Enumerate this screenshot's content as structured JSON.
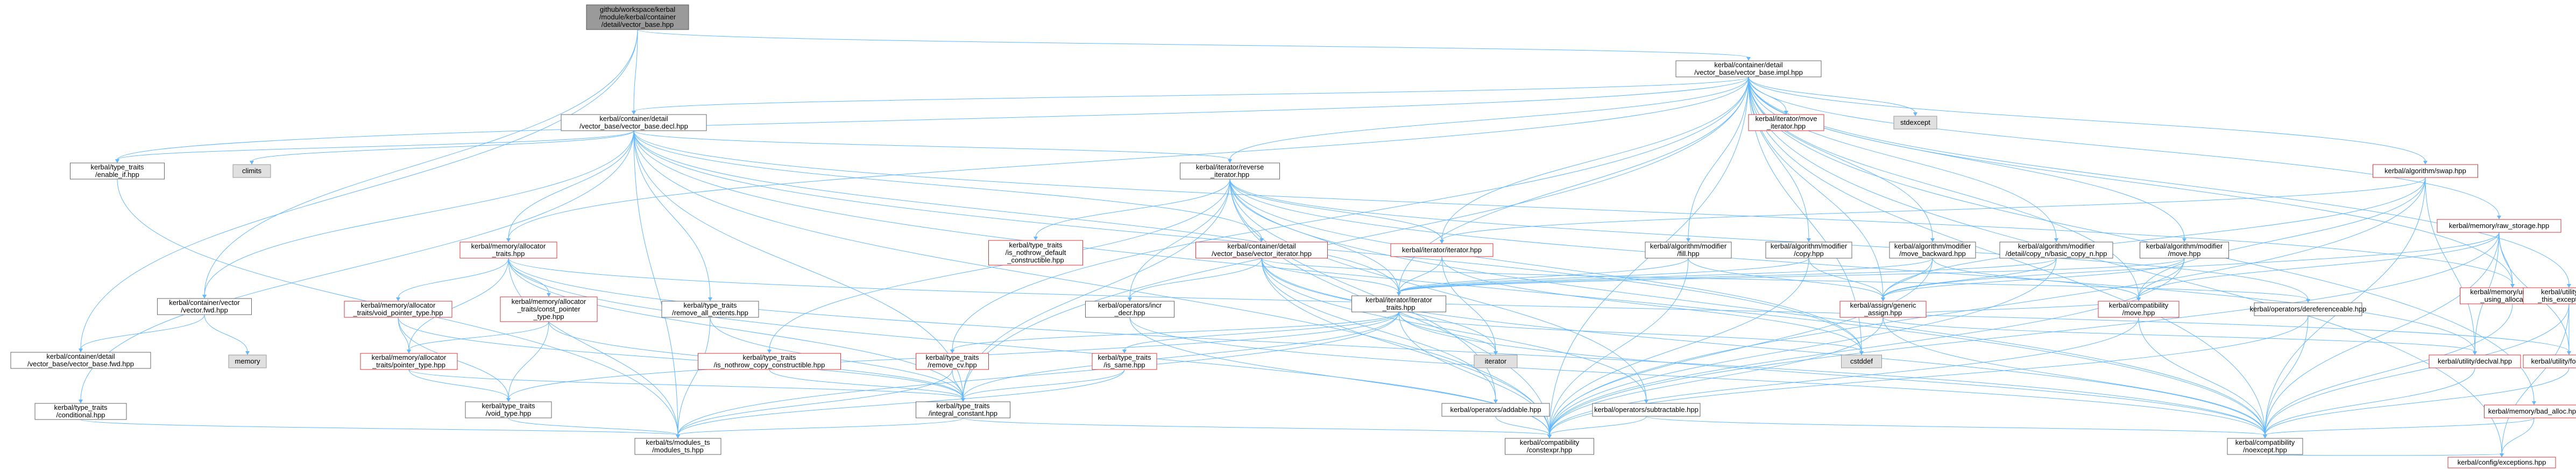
{
  "colors": {
    "edge": "#63b8ff",
    "border_normal": "#666666",
    "border_missing": "#dd3333",
    "fill_external": "#e0e0e0",
    "fill_root": "#9a9a9a"
  },
  "nodes": [
    {
      "id": "root",
      "kind": "root",
      "lines": [
        "github/workspace/kerbal",
        "/module/kerbal/container",
        "/detail/vector_base.hpp"
      ]
    },
    {
      "id": "impl",
      "kind": "normal",
      "lines": [
        "kerbal/container/detail",
        "/vector_base/vector_base.impl.hpp"
      ]
    },
    {
      "id": "decl",
      "kind": "normal",
      "lines": [
        "kerbal/container/detail",
        "/vector_base/vector_base.decl.hpp"
      ]
    },
    {
      "id": "enable_if",
      "kind": "normal",
      "lines": [
        "kerbal/type_traits",
        "/enable_if.hpp"
      ]
    },
    {
      "id": "climits",
      "kind": "external",
      "lines": [
        "climits"
      ]
    },
    {
      "id": "reverse_iter",
      "kind": "normal",
      "lines": [
        "kerbal/iterator/reverse",
        "_iterator.hpp"
      ]
    },
    {
      "id": "move_iter",
      "kind": "missing",
      "lines": [
        "kerbal/iterator/move",
        "_iterator.hpp"
      ]
    },
    {
      "id": "stdexcept",
      "kind": "external",
      "lines": [
        "stdexcept"
      ]
    },
    {
      "id": "swap",
      "kind": "missing",
      "lines": [
        "kerbal/algorithm/swap.hpp"
      ]
    },
    {
      "id": "raw_storage",
      "kind": "missing",
      "lines": [
        "kerbal/memory/raw_storage.hpp"
      ]
    },
    {
      "id": "mem_alloc",
      "kind": "missing",
      "lines": [
        "kerbal/memory/allocator",
        "_traits.hpp"
      ]
    },
    {
      "id": "nothrow_default",
      "kind": "missing",
      "lines": [
        "kerbal/type_traits",
        "/is_nothrow_default",
        "_constructible.hpp"
      ]
    },
    {
      "id": "vec_iter",
      "kind": "missing",
      "lines": [
        "kerbal/container/detail",
        "/vector_base/vector_iterator.hpp"
      ]
    },
    {
      "id": "iter_hpp",
      "kind": "missing",
      "lines": [
        "kerbal/iterator/iterator.hpp"
      ]
    },
    {
      "id": "fill",
      "kind": "normal",
      "lines": [
        "kerbal/algorithm/modifier",
        "/fill.hpp"
      ]
    },
    {
      "id": "copy",
      "kind": "normal",
      "lines": [
        "kerbal/algorithm/modifier",
        "/copy.hpp"
      ]
    },
    {
      "id": "move_backward",
      "kind": "normal",
      "lines": [
        "kerbal/algorithm/modifier",
        "/move_backward.hpp"
      ]
    },
    {
      "id": "copy_n_basic",
      "kind": "normal",
      "lines": [
        "kerbal/algorithm/modifier",
        "/detail/copy_n/basic_copy_n.hpp"
      ]
    },
    {
      "id": "move_alg",
      "kind": "normal",
      "lines": [
        "kerbal/algorithm/modifier",
        "/move.hpp"
      ]
    },
    {
      "id": "uninit",
      "kind": "missing",
      "lines": [
        "kerbal/memory/uninitialized",
        "_using_allocator.hpp"
      ]
    },
    {
      "id": "throw_exc",
      "kind": "missing",
      "lines": [
        "kerbal/utility/throw",
        "_this_exception.hpp"
      ]
    },
    {
      "id": "vector_fwd",
      "kind": "normal",
      "lines": [
        "kerbal/container/vector",
        "/vector.fwd.hpp"
      ]
    },
    {
      "id": "void_ptr",
      "kind": "missing",
      "lines": [
        "kerbal/memory/allocator",
        "_traits/void_pointer_type.hpp"
      ]
    },
    {
      "id": "const_ptr",
      "kind": "missing",
      "lines": [
        "kerbal/memory/allocator",
        "_traits/const_pointer",
        "_type.hpp"
      ]
    },
    {
      "id": "remove_all_ext",
      "kind": "normal",
      "lines": [
        "kerbal/type_traits",
        "/remove_all_extents.hpp"
      ]
    },
    {
      "id": "incr_decr",
      "kind": "normal",
      "lines": [
        "kerbal/operators/incr",
        "_decr.hpp"
      ]
    },
    {
      "id": "iter_traits",
      "kind": "normal",
      "lines": [
        "kerbal/iterator/iterator",
        "_traits.hpp"
      ]
    },
    {
      "id": "assign",
      "kind": "missing",
      "lines": [
        "kerbal/assign/generic",
        "_assign.hpp"
      ]
    },
    {
      "id": "compat_move",
      "kind": "missing",
      "lines": [
        "kerbal/compatibility",
        "/move.hpp"
      ]
    },
    {
      "id": "deref",
      "kind": "normal",
      "lines": [
        "kerbal/operators/dereferenceable.hpp"
      ]
    },
    {
      "id": "vector_base_fwd",
      "kind": "normal",
      "lines": [
        "kerbal/container/detail",
        "/vector_base/vector_base.fwd.hpp"
      ]
    },
    {
      "id": "memory",
      "kind": "external",
      "lines": [
        "memory"
      ]
    },
    {
      "id": "pointer_type",
      "kind": "missing",
      "lines": [
        "kerbal/memory/allocator",
        "_traits/pointer_type.hpp"
      ]
    },
    {
      "id": "nothrow_copy",
      "kind": "missing",
      "lines": [
        "kerbal/type_traits",
        "/is_nothrow_copy_constructible.hpp"
      ]
    },
    {
      "id": "remove_cv",
      "kind": "missing",
      "lines": [
        "kerbal/type_traits",
        "/remove_cv.hpp"
      ]
    },
    {
      "id": "is_same",
      "kind": "missing",
      "lines": [
        "kerbal/type_traits",
        "/is_same.hpp"
      ]
    },
    {
      "id": "iterator_ext",
      "kind": "external",
      "lines": [
        "iterator"
      ]
    },
    {
      "id": "cstddef",
      "kind": "external",
      "lines": [
        "cstddef"
      ]
    },
    {
      "id": "decltype",
      "kind": "missing",
      "lines": [
        "kerbal/utility/declval.hpp"
      ]
    },
    {
      "id": "forward",
      "kind": "missing",
      "lines": [
        "kerbal/utility/forward.hpp"
      ]
    },
    {
      "id": "conditional",
      "kind": "normal",
      "lines": [
        "kerbal/type_traits",
        "/conditional.hpp"
      ]
    },
    {
      "id": "void_type",
      "kind": "normal",
      "lines": [
        "kerbal/type_traits",
        "/void_type.hpp"
      ]
    },
    {
      "id": "integral_const",
      "kind": "normal",
      "lines": [
        "kerbal/type_traits",
        "/integral_constant.hpp"
      ]
    },
    {
      "id": "addable",
      "kind": "normal",
      "lines": [
        "kerbal/operators/addable.hpp"
      ]
    },
    {
      "id": "subtractable",
      "kind": "normal",
      "lines": [
        "kerbal/operators/subtractable.hpp"
      ]
    },
    {
      "id": "bad_alloc",
      "kind": "missing",
      "lines": [
        "kerbal/memory/bad_alloc.hpp"
      ]
    },
    {
      "id": "ts_modules",
      "kind": "normal",
      "lines": [
        "kerbal/ts/modules_ts",
        "/modules_ts.hpp"
      ]
    },
    {
      "id": "constexpr",
      "kind": "normal",
      "lines": [
        "kerbal/compatibility",
        "/constexpr.hpp"
      ]
    },
    {
      "id": "noexcept",
      "kind": "normal",
      "lines": [
        "kerbal/compatibility",
        "/noexcept.hpp"
      ]
    },
    {
      "id": "config_exc",
      "kind": "missing",
      "lines": [
        "kerbal/config/exceptions.hpp"
      ]
    }
  ],
  "edges": [
    [
      "root",
      "impl"
    ],
    [
      "root",
      "decl"
    ],
    [
      "root",
      "vector_fwd"
    ],
    [
      "root",
      "vector_base_fwd"
    ],
    [
      "impl",
      "decl"
    ],
    [
      "impl",
      "enable_if"
    ],
    [
      "impl",
      "reverse_iter"
    ],
    [
      "impl",
      "move_iter"
    ],
    [
      "impl",
      "stdexcept"
    ],
    [
      "impl",
      "swap"
    ],
    [
      "impl",
      "raw_storage"
    ],
    [
      "impl",
      "fill"
    ],
    [
      "impl",
      "copy"
    ],
    [
      "impl",
      "move_backward"
    ],
    [
      "impl",
      "copy_n_basic"
    ],
    [
      "impl",
      "move_alg"
    ],
    [
      "impl",
      "uninit"
    ],
    [
      "impl",
      "throw_exc"
    ],
    [
      "impl",
      "mem_alloc"
    ],
    [
      "impl",
      "iter_hpp"
    ],
    [
      "impl",
      "iter_traits"
    ],
    [
      "impl",
      "assign"
    ],
    [
      "impl",
      "compat_move"
    ],
    [
      "impl",
      "bad_alloc"
    ],
    [
      "impl",
      "constexpr"
    ],
    [
      "impl",
      "noexcept"
    ],
    [
      "impl",
      "config_exc"
    ],
    [
      "impl",
      "cstddef"
    ],
    [
      "impl",
      "remove_cv"
    ],
    [
      "impl",
      "integral_const"
    ],
    [
      "decl",
      "enable_if"
    ],
    [
      "decl",
      "climits"
    ],
    [
      "decl",
      "reverse_iter"
    ],
    [
      "decl",
      "mem_alloc"
    ],
    [
      "decl",
      "vec_iter"
    ],
    [
      "decl",
      "vector_fwd"
    ],
    [
      "decl",
      "remove_all_ext"
    ],
    [
      "decl",
      "iter_traits"
    ],
    [
      "decl",
      "integral_const"
    ],
    [
      "decl",
      "ts_modules"
    ],
    [
      "decl",
      "constexpr"
    ],
    [
      "decl",
      "noexcept"
    ],
    [
      "decl",
      "cstddef"
    ],
    [
      "decl",
      "uninit"
    ],
    [
      "decl",
      "conditional"
    ],
    [
      "enable_if",
      "ts_modules"
    ],
    [
      "reverse_iter",
      "nothrow_default"
    ],
    [
      "reverse_iter",
      "iter_hpp"
    ],
    [
      "reverse_iter",
      "incr_decr"
    ],
    [
      "reverse_iter",
      "iter_traits"
    ],
    [
      "reverse_iter",
      "deref"
    ],
    [
      "reverse_iter",
      "addable"
    ],
    [
      "reverse_iter",
      "subtractable"
    ],
    [
      "reverse_iter",
      "constexpr"
    ],
    [
      "reverse_iter",
      "noexcept"
    ],
    [
      "reverse_iter",
      "nothrow_copy"
    ],
    [
      "reverse_iter",
      "integral_const"
    ],
    [
      "reverse_iter",
      "decltype"
    ],
    [
      "reverse_iter",
      "cstddef"
    ],
    [
      "swap",
      "assign"
    ],
    [
      "swap",
      "compat_move"
    ],
    [
      "swap",
      "iter_hpp"
    ],
    [
      "swap",
      "constexpr"
    ],
    [
      "swap",
      "noexcept"
    ],
    [
      "swap",
      "decltype"
    ],
    [
      "raw_storage",
      "uninit"
    ],
    [
      "raw_storage",
      "forward"
    ],
    [
      "raw_storage",
      "assign"
    ],
    [
      "raw_storage",
      "constexpr"
    ],
    [
      "raw_storage",
      "noexcept"
    ],
    [
      "raw_storage",
      "decltype"
    ],
    [
      "raw_storage",
      "compat_move"
    ],
    [
      "mem_alloc",
      "void_ptr"
    ],
    [
      "mem_alloc",
      "const_ptr"
    ],
    [
      "mem_alloc",
      "pointer_type"
    ],
    [
      "mem_alloc",
      "forward"
    ],
    [
      "mem_alloc",
      "integral_const"
    ],
    [
      "mem_alloc",
      "ts_modules"
    ],
    [
      "mem_alloc",
      "constexpr"
    ],
    [
      "mem_alloc",
      "noexcept"
    ],
    [
      "vec_iter",
      "iter_traits"
    ],
    [
      "vec_iter",
      "incr_decr"
    ],
    [
      "vec_iter",
      "deref"
    ],
    [
      "vec_iter",
      "addable"
    ],
    [
      "vec_iter",
      "subtractable"
    ],
    [
      "vec_iter",
      "constexpr"
    ],
    [
      "vec_iter",
      "noexcept"
    ],
    [
      "vec_iter",
      "iterator_ext"
    ],
    [
      "iter_hpp",
      "iter_traits"
    ],
    [
      "iter_hpp",
      "iterator_ext"
    ],
    [
      "iter_hpp",
      "cstddef"
    ],
    [
      "fill",
      "iter_traits"
    ],
    [
      "fill",
      "assign"
    ],
    [
      "fill",
      "constexpr"
    ],
    [
      "copy",
      "iter_traits"
    ],
    [
      "copy",
      "assign"
    ],
    [
      "copy",
      "constexpr"
    ],
    [
      "move_backward",
      "iter_traits"
    ],
    [
      "move_backward",
      "compat_move"
    ],
    [
      "move_backward",
      "assign"
    ],
    [
      "move_backward",
      "constexpr"
    ],
    [
      "copy_n_basic",
      "iter_traits"
    ],
    [
      "copy_n_basic",
      "assign"
    ],
    [
      "copy_n_basic",
      "constexpr"
    ],
    [
      "move_alg",
      "iter_traits"
    ],
    [
      "move_alg",
      "compat_move"
    ],
    [
      "move_alg",
      "assign"
    ],
    [
      "move_alg",
      "constexpr"
    ],
    [
      "uninit",
      "noexcept"
    ],
    [
      "throw_exc",
      "forward"
    ],
    [
      "throw_exc",
      "config_exc"
    ],
    [
      "throw_exc",
      "noexcept"
    ],
    [
      "vector_fwd",
      "vector_base_fwd"
    ],
    [
      "vector_fwd",
      "memory"
    ],
    [
      "void_ptr",
      "pointer_type"
    ],
    [
      "void_ptr",
      "void_type"
    ],
    [
      "void_ptr",
      "integral_const"
    ],
    [
      "const_ptr",
      "pointer_type"
    ],
    [
      "const_ptr",
      "void_type"
    ],
    [
      "const_ptr",
      "integral_const"
    ],
    [
      "pointer_type",
      "void_type"
    ],
    [
      "pointer_type",
      "integral_const"
    ],
    [
      "remove_all_ext",
      "ts_modules"
    ],
    [
      "remove_all_ext",
      "integral_const"
    ],
    [
      "incr_decr",
      "constexpr"
    ],
    [
      "incr_decr",
      "noexcept"
    ],
    [
      "iter_traits",
      "remove_cv"
    ],
    [
      "iter_traits",
      "is_same"
    ],
    [
      "iter_traits",
      "integral_const"
    ],
    [
      "iter_traits",
      "iterator_ext"
    ],
    [
      "iter_traits",
      "cstddef"
    ],
    [
      "iter_traits",
      "constexpr"
    ],
    [
      "iter_traits",
      "noexcept"
    ],
    [
      "iter_traits",
      "void_type"
    ],
    [
      "iter_traits",
      "ts_modules"
    ],
    [
      "assign",
      "compat_move"
    ],
    [
      "assign",
      "constexpr"
    ],
    [
      "assign",
      "noexcept"
    ],
    [
      "assign",
      "decltype"
    ],
    [
      "compat_move",
      "constexpr"
    ],
    [
      "compat_move",
      "noexcept"
    ],
    [
      "deref",
      "constexpr"
    ],
    [
      "deref",
      "noexcept"
    ],
    [
      "nothrow_copy",
      "integral_const"
    ],
    [
      "remove_cv",
      "integral_const"
    ],
    [
      "remove_cv",
      "ts_modules"
    ],
    [
      "is_same",
      "integral_const"
    ],
    [
      "is_same",
      "ts_modules"
    ],
    [
      "decltype",
      "noexcept"
    ],
    [
      "forward",
      "noexcept"
    ],
    [
      "conditional",
      "ts_modules"
    ],
    [
      "void_type",
      "ts_modules"
    ],
    [
      "integral_const",
      "constexpr"
    ],
    [
      "integral_const",
      "ts_modules"
    ],
    [
      "addable",
      "constexpr"
    ],
    [
      "subtractable",
      "constexpr"
    ],
    [
      "subtractable",
      "noexcept"
    ],
    [
      "bad_alloc",
      "noexcept"
    ],
    [
      "bad_alloc",
      "config_exc"
    ],
    [
      "noexcept",
      "config_exc"
    ]
  ]
}
